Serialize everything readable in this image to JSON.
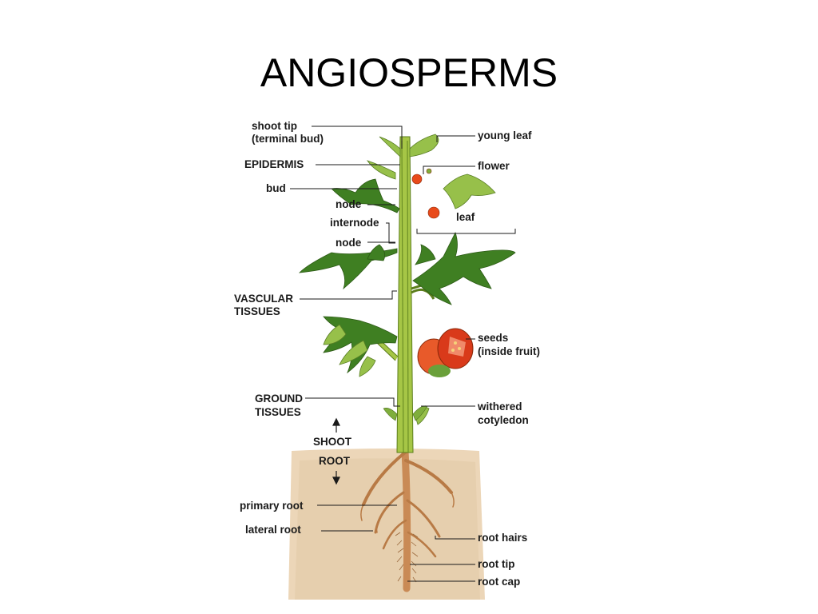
{
  "title": "ANGIOSPERMS",
  "labels": {
    "shoot_tip_1": "shoot tip",
    "shoot_tip_2": "(terminal bud)",
    "epidermis": "EPIDERMIS",
    "bud": "bud",
    "node_upper": "node",
    "internode": "internode",
    "node_lower": "node",
    "vascular_1": "VASCULAR",
    "vascular_2": "TISSUES",
    "ground_1": "GROUND",
    "ground_2": "TISSUES",
    "shoot": "SHOOT",
    "root": "ROOT",
    "primary_root": "primary root",
    "lateral_root": "lateral root",
    "young_leaf": "young leaf",
    "flower": "flower",
    "leaf": "leaf",
    "seeds_1": "seeds",
    "seeds_2": "(inside fruit)",
    "withered_1": "withered",
    "withered_2": "cotyledon",
    "root_hairs": "root hairs",
    "root_tip": "root tip",
    "root_cap": "root cap"
  },
  "colors": {
    "soil": "#e9d2b4",
    "stem": "#9dbf3a",
    "leaf": "#3f7f22",
    "young_leaf": "#9ac24a",
    "fruit": "#d93a1a",
    "root": "#c98a55"
  }
}
